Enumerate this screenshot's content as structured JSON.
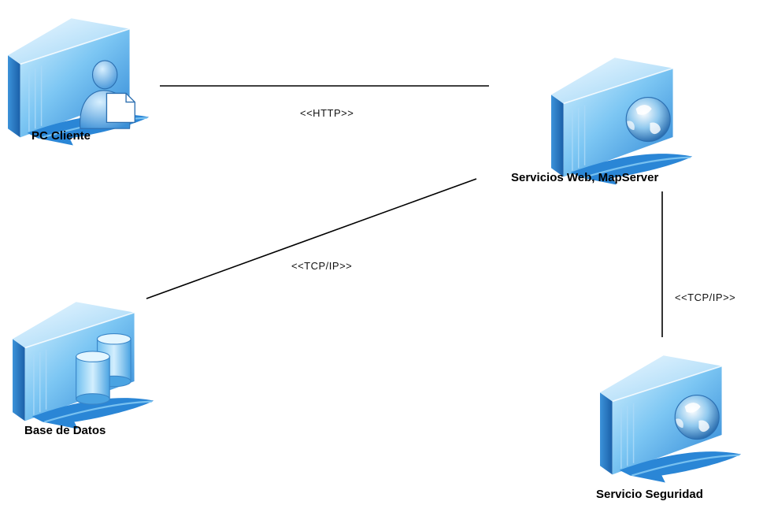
{
  "nodes": {
    "pc_cliente": {
      "label": "PC Cliente",
      "icon": "server-user-document-icon"
    },
    "servicios_web": {
      "label": "Servicios Web, MapServer",
      "icon": "server-globe-icon"
    },
    "base_datos": {
      "label": "Base de Datos",
      "icon": "server-database-icon"
    },
    "servicio_seguridad": {
      "label": "Servicio Seguridad",
      "icon": "server-globe-icon"
    }
  },
  "connections": {
    "http": {
      "label": "<<HTTP>>",
      "from": "PC Cliente",
      "to": "Servicios Web, MapServer"
    },
    "tcp_db": {
      "label": "<<TCP/IP>>",
      "from": "Base de Datos",
      "to": "Servicios Web, MapServer"
    },
    "tcp_security": {
      "label": "<<TCP/IP>>",
      "from": "Servicios Web, MapServer",
      "to": "Servicio Seguridad"
    }
  },
  "colors": {
    "server_light": "#bfe4fb",
    "server_mid": "#5fb3ec",
    "server_dark": "#1f6fc0",
    "arrow": "#2a86d6",
    "line": "#000000"
  }
}
